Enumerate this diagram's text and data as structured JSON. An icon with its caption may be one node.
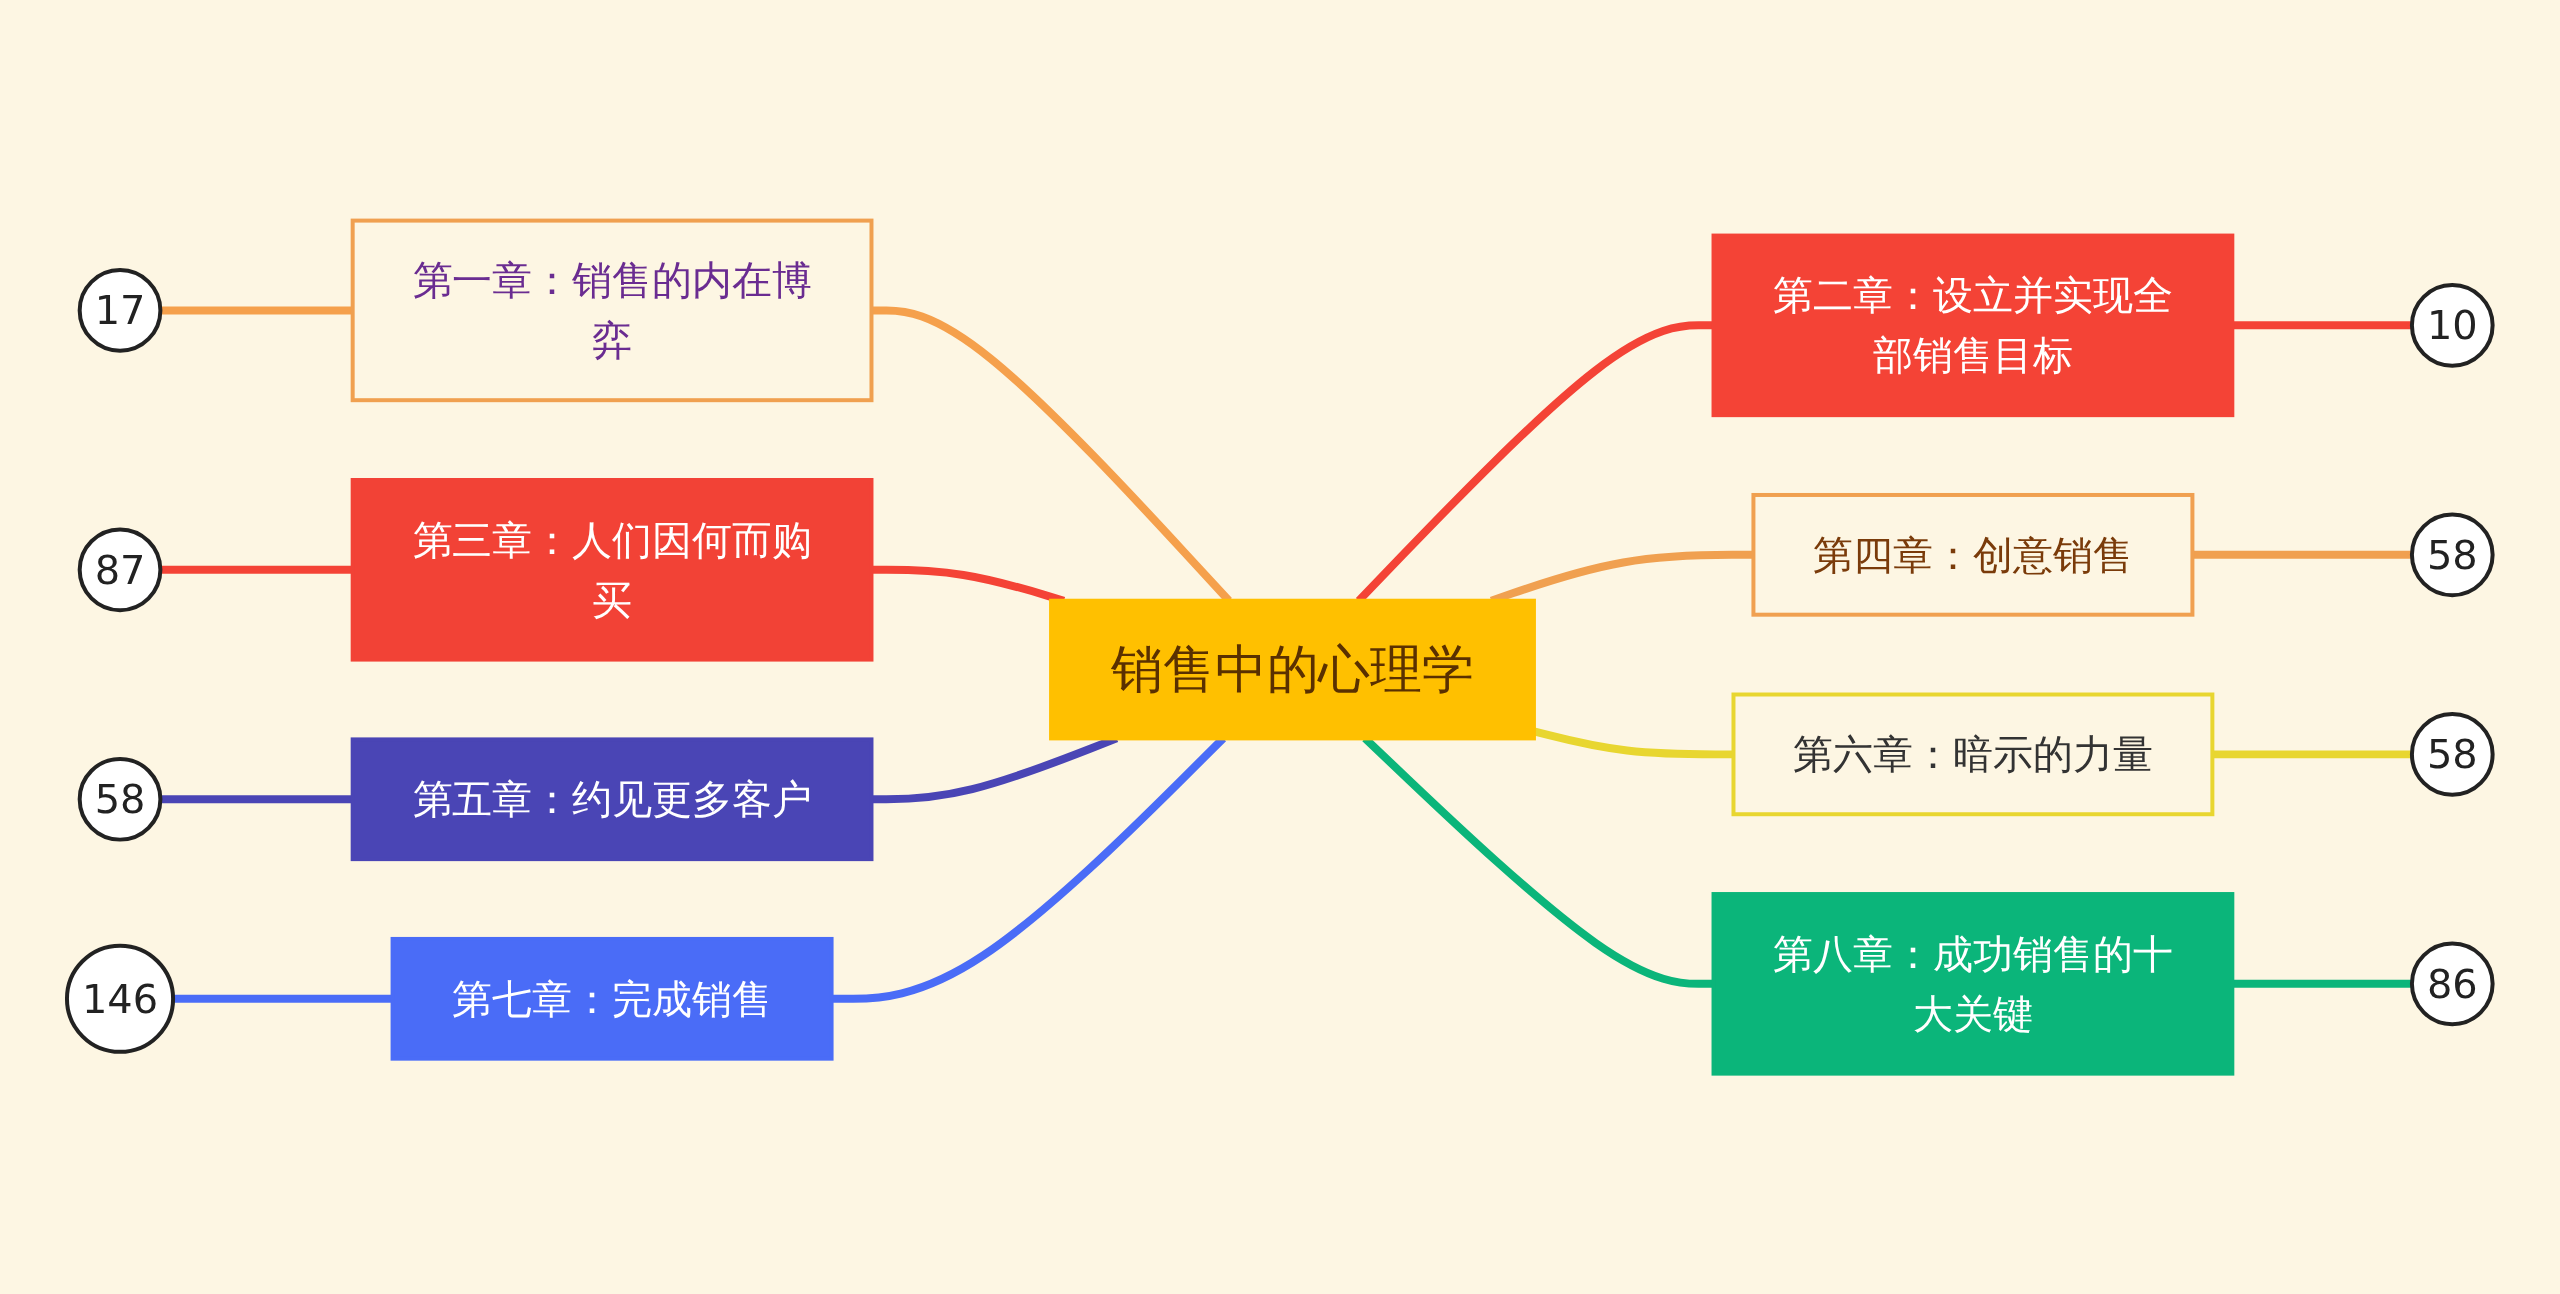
{
  "diagram": {
    "nodes": [
      {
        "text": [
          "销售中的心理学"
        ]
      },
      {
        "text": [
          "第一章：销售的内在博弈"
        ]
      },
      {
        "text": [
          "第二章：设立并实现全部销售目标"
        ]
      },
      {
        "text": [
          "第三章：人们因何而购买"
        ]
      },
      {
        "text": [
          "第四章：创意销售"
        ]
      },
      {
        "text": [
          "第五章：约见更多客户"
        ]
      },
      {
        "text": [
          "第六章：暗示的力量"
        ]
      },
      {
        "text": [
          "第七章：完成销售"
        ]
      },
      {
        "text": [
          "第八章：成功销售的十大关键"
        ]
      },
      {
        "text": [
          "17"
        ]
      },
      {
        "text": [
          "10"
        ]
      },
      {
        "text": [
          "87"
        ]
      },
      {
        "text": [
          "58"
        ]
      },
      {
        "text": [
          "58"
        ]
      },
      {
        "text": [
          "58"
        ]
      },
      {
        "text": [
          "146"
        ]
      },
      {
        "text": [
          "86"
        ]
      }
    ],
    "edges": [
      {
        "from": 1,
        "to": 0,
        "arrow": "none",
        "color": "#f5a04c"
      },
      {
        "from": 0,
        "to": 2,
        "arrow": "none",
        "color": "#f44336"
      },
      {
        "from": 3,
        "to": 0,
        "arrow": "none",
        "color": "#f44336"
      },
      {
        "from": 0,
        "to": 4,
        "arrow": "none",
        "color": "#f0a050"
      },
      {
        "from": 5,
        "to": 0,
        "arrow": "none",
        "color": "#4a45b5"
      },
      {
        "from": 0,
        "to": 6,
        "arrow": "none",
        "color": "#e8d630"
      },
      {
        "from": 7,
        "to": 0,
        "arrow": "none",
        "color": "#4a6cf7"
      },
      {
        "from": 0,
        "to": 8,
        "arrow": "none",
        "color": "#0bb57a"
      },
      {
        "from": 9,
        "to": 1,
        "arrow": "none",
        "color": "#f5a04c"
      },
      {
        "from": 2,
        "to": 10,
        "arrow": "none",
        "color": "#f44336"
      },
      {
        "from": 11,
        "to": 3,
        "arrow": "none",
        "color": "#f44336"
      },
      {
        "from": 4,
        "to": 12,
        "arrow": "none",
        "color": "#f0a050"
      },
      {
        "from": 13,
        "to": 5,
        "arrow": "none",
        "color": "#4a45b5"
      },
      {
        "from": 6,
        "to": 14,
        "arrow": "none",
        "color": "#e8d630"
      },
      {
        "from": 15,
        "to": 7,
        "arrow": "none",
        "color": "#4a6cf7"
      },
      {
        "from": 8,
        "to": 16,
        "arrow": "none",
        "color": "#0bb57a"
      }
    ]
  }
}
